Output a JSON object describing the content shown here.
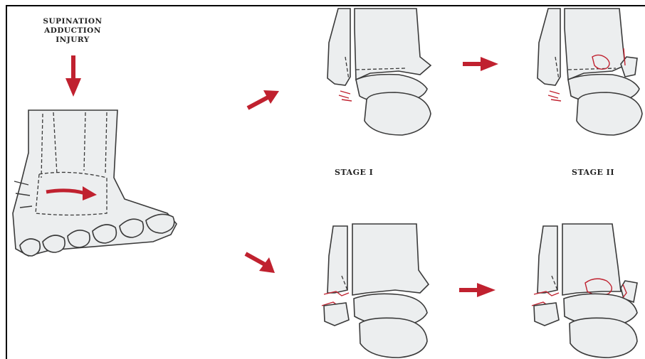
{
  "labels": {
    "injury_lines": [
      "SUPINATION",
      "ADDUCTION",
      "INJURY"
    ],
    "stage_1": "STAGE I",
    "stage_2": "STAGE II"
  },
  "colors": {
    "arrow": "#c0212f",
    "bone_fill": "#eceeef",
    "outline": "#3a3a3a"
  },
  "icons": [
    "arrow-down-icon",
    "arrow-right-icon",
    "arrow-up-right-icon",
    "arrow-down-right-icon"
  ]
}
